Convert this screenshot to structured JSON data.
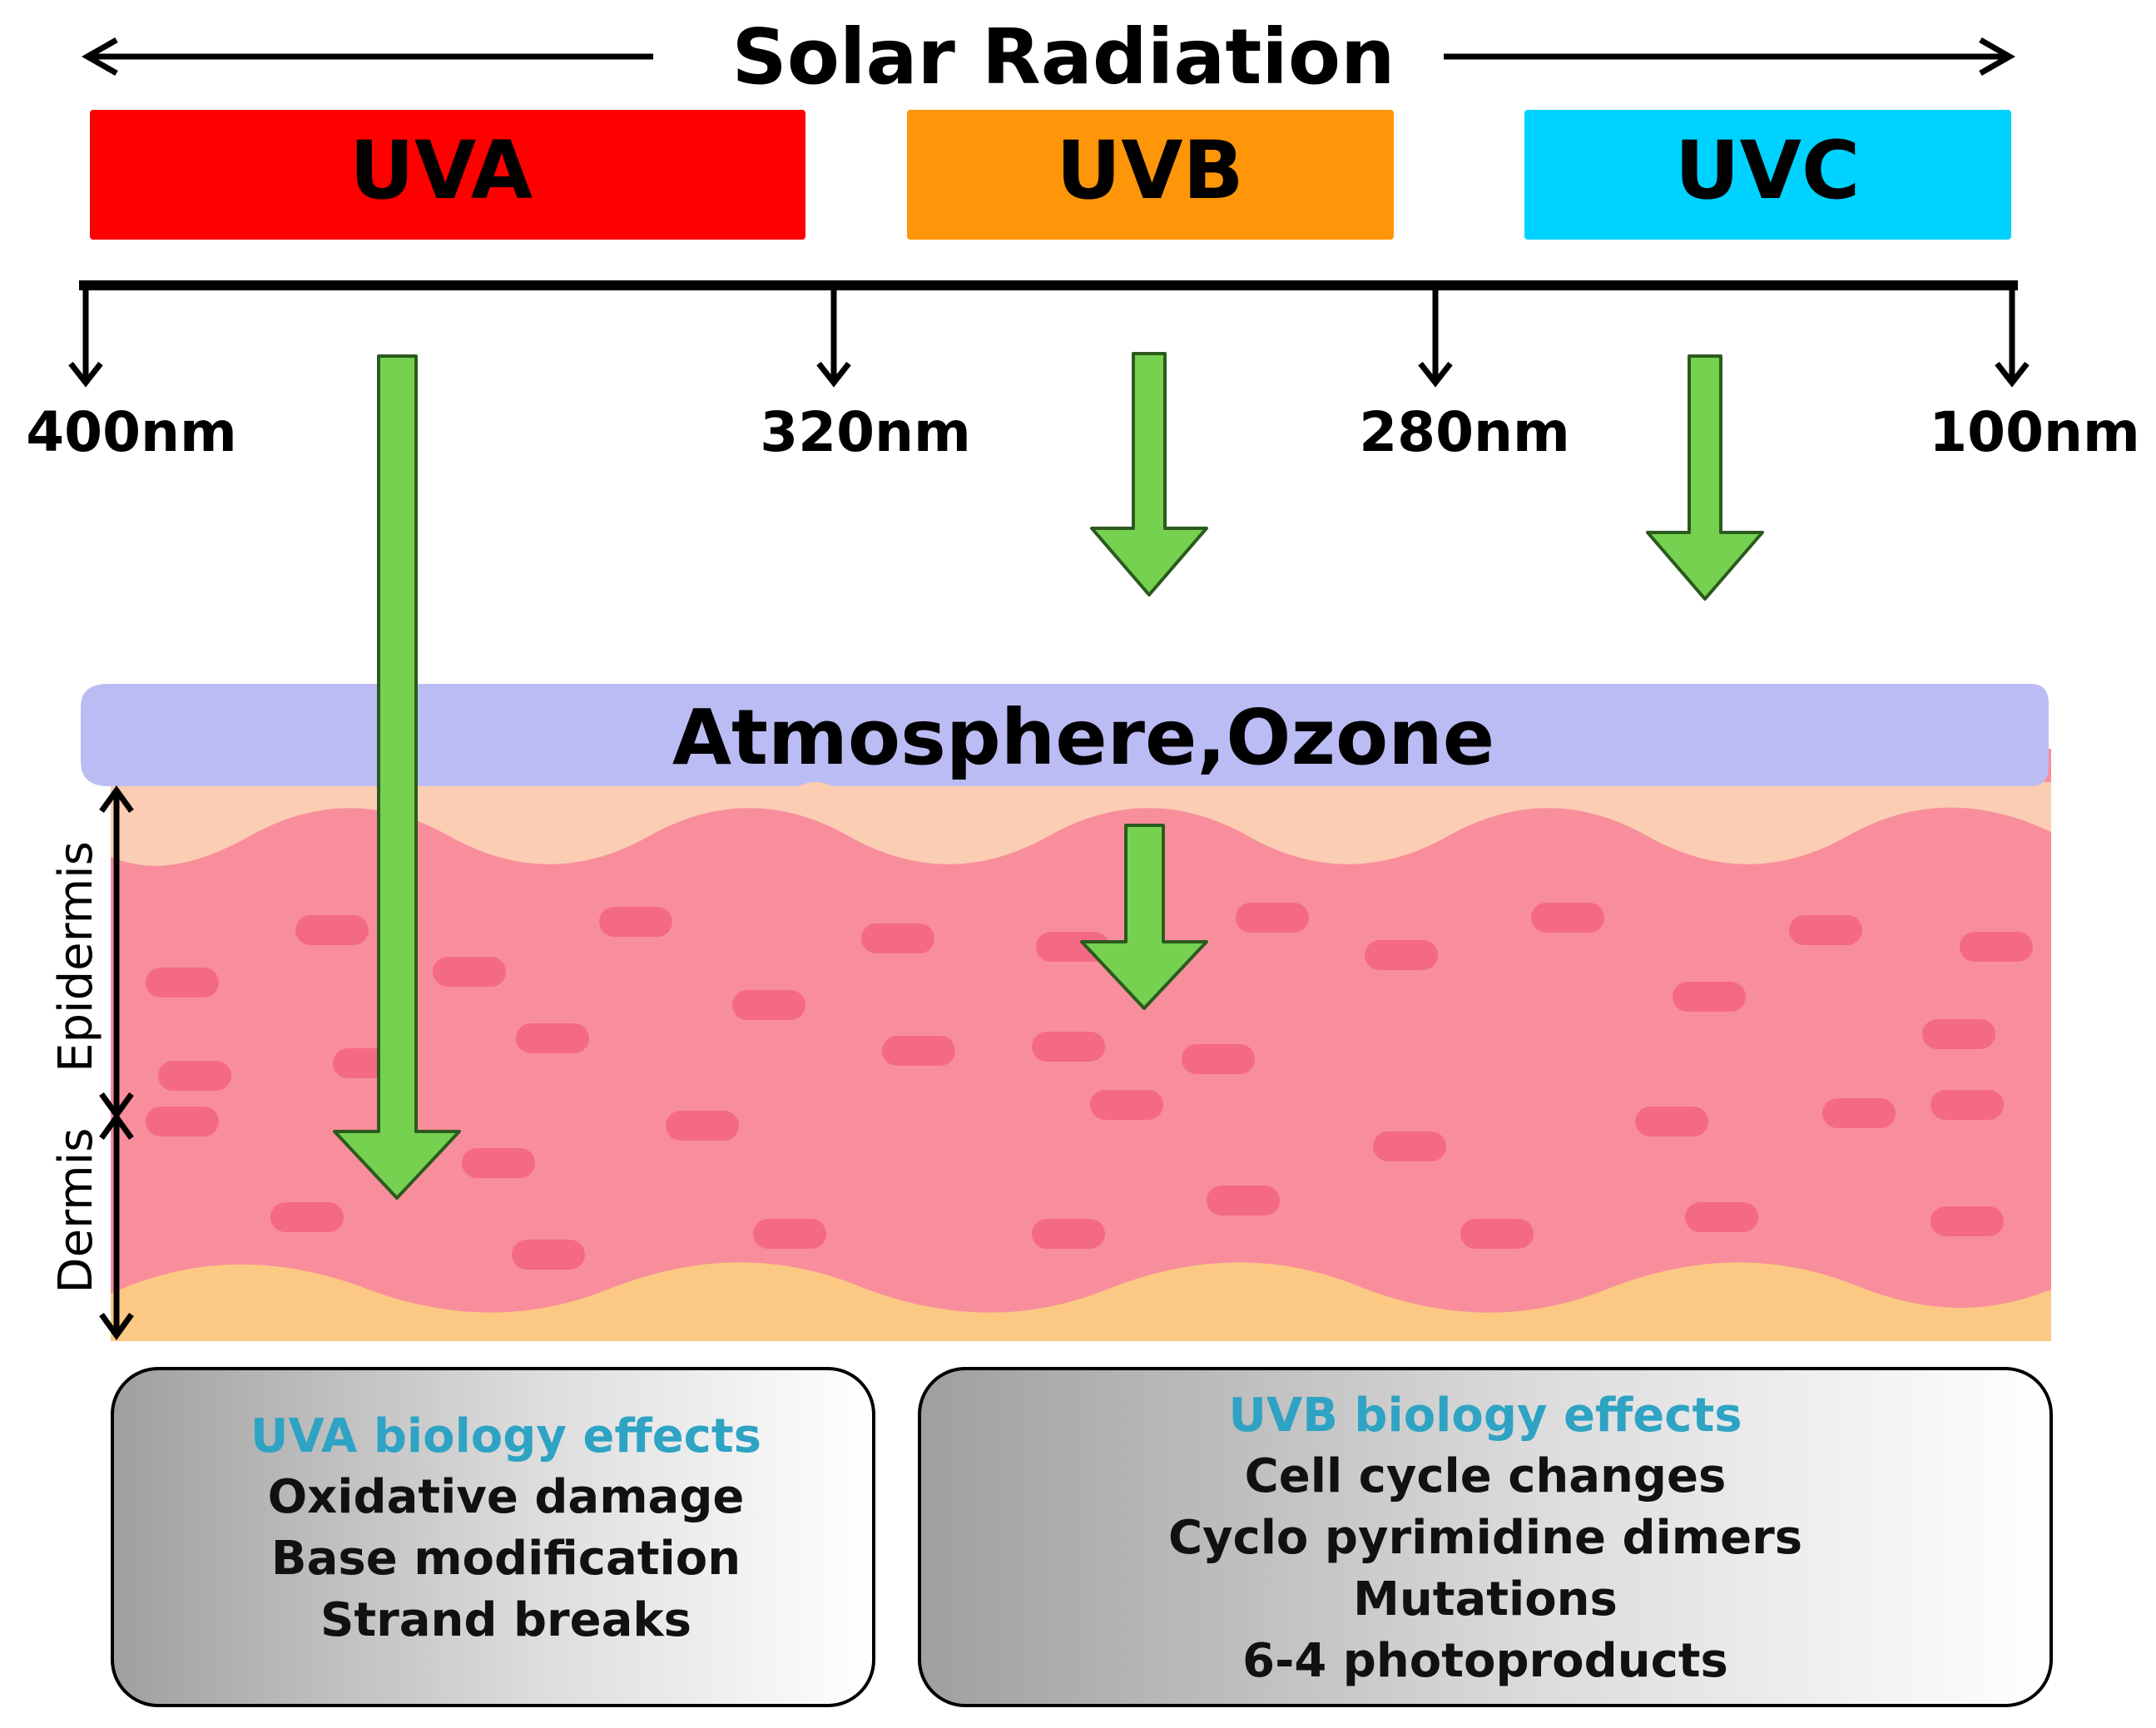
{
  "title": "Solar Radiation",
  "bands": [
    {
      "label": "UVA",
      "color": "#ff0000"
    },
    {
      "label": "UVB",
      "color": "#ff960a"
    },
    {
      "label": "UVC",
      "color": "#00d2ff"
    }
  ],
  "wavelengths": [
    "400nm",
    "320nm",
    "280nm",
    "100nm"
  ],
  "atmosphere_label": "Atmosphere,Ozone",
  "layers": {
    "epidermis": "Epidermis",
    "dermis": "Dermis"
  },
  "colors": {
    "arrow_green": "#75d14f",
    "arrow_outline": "#2b5a1e",
    "atmosphere": "#bbbcf3",
    "stratum_top": "#fbcdb2",
    "skin": "#f88e9c",
    "cells": "#f46a84",
    "base_layer": "#fbc983",
    "effects_heading": "#2ea3c4"
  },
  "effects": {
    "uva": {
      "heading": "UVA biology effects",
      "items": [
        "Oxidative damage",
        "Base modification",
        "Strand breaks"
      ]
    },
    "uvb": {
      "heading": "UVB biology effects",
      "items": [
        "Cell cycle changes",
        "Cyclo pyrimidine dimers",
        "Mutations",
        "6-4 photoproducts"
      ]
    }
  }
}
